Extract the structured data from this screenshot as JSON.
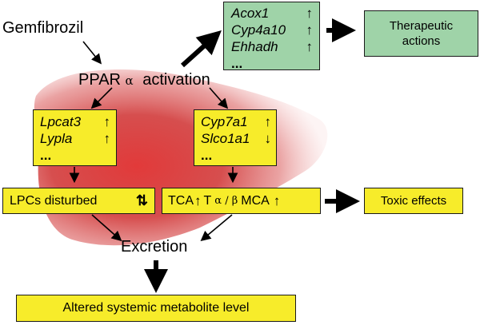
{
  "diagram": {
    "gemfibrozil": "Gemfibrozil",
    "ppar_prefix": "PPAR",
    "alpha": "α",
    "activation": "activation",
    "excretion": "Excretion",
    "green_box": {
      "genes": [
        "Acox1",
        "Cyp4a10",
        "Ehhadh"
      ],
      "ellipsis": "...",
      "arrow_symbol": "↑"
    },
    "therapeutic": "Therapeutic actions",
    "left_genes": {
      "genes": [
        "Lpcat3",
        "Lypla"
      ],
      "ellipsis": "...",
      "arrow_symbol": "↑"
    },
    "right_genes": {
      "genes": [
        "Cyp7a1",
        "Slco1a1"
      ],
      "ellipsis": "...",
      "arrows": [
        "↑",
        "↓"
      ]
    },
    "lpcs": "LPCs disturbed",
    "lpcs_arrows": "⇅",
    "tca_label": "TCA",
    "tca_arrow": "↑",
    "t_label": "T",
    "alpha_beta": "α / β",
    "mca_label": "MCA",
    "mca_arrow": "↑",
    "toxic": "Toxic effects",
    "altered": "Altered systemic metabolite level"
  }
}
